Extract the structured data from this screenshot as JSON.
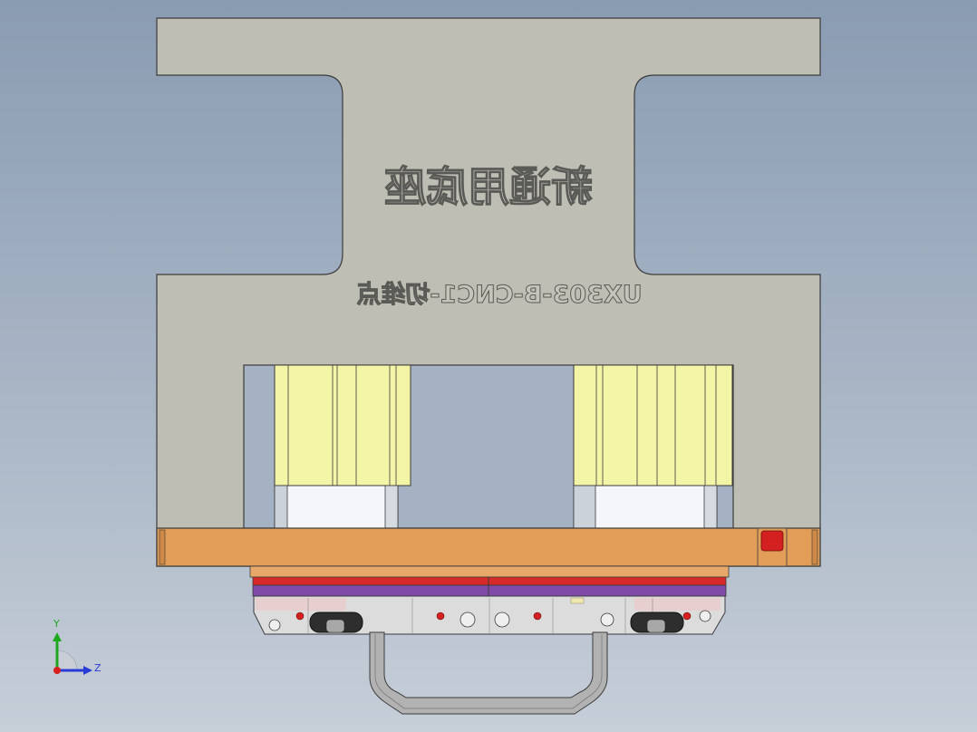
{
  "model": {
    "engraving_line1": "新通用底座",
    "engraving_line2": "UX303-B-CNC1-切维点"
  },
  "triad": {
    "y_label": "Y",
    "z_label": "Z"
  },
  "colors": {
    "background_top": "#8a9cb2",
    "background_bottom": "#c6ced8",
    "base_plate": "#bebeb4",
    "edge": "#3b3b3b",
    "block_yellow": "#f4f4a6",
    "orange_plate": "#e29e58",
    "red_layer": "#d62a2a",
    "purple_layer": "#7f4aa8",
    "fixture_grey": "#dcdcdc",
    "handle": "#b2b2b2",
    "red_pin": "#d42020",
    "axis_y": "#1ea81e",
    "axis_z": "#2a3cd8",
    "axis_x": "#d81e1e"
  }
}
